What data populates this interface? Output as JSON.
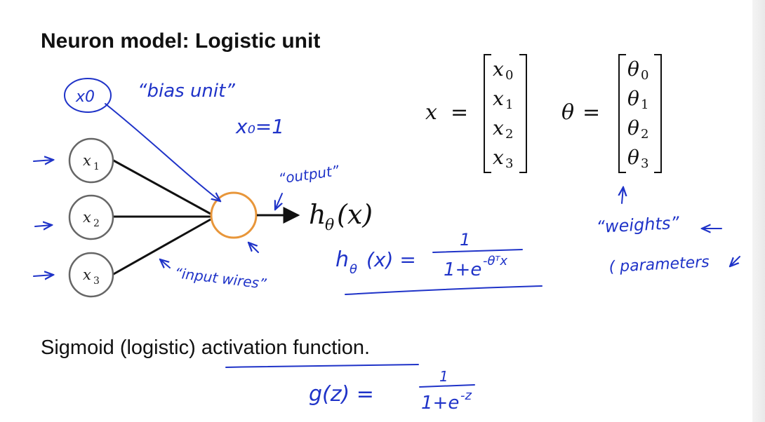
{
  "slide": {
    "title": "Neuron model: Logistic unit",
    "sigmoid_text_prefix": "Sigmoid (logistic) ",
    "sigmoid_text_underlined": "activation function",
    "sigmoid_text_suffix": "."
  },
  "diagram": {
    "bias_node": "x0",
    "input_nodes": [
      {
        "name": "x",
        "sub": "1"
      },
      {
        "name": "x",
        "sub": "2"
      },
      {
        "name": "x",
        "sub": "3"
      }
    ],
    "output_label": {
      "h": "h",
      "theta": "θ",
      "arg": "(x)"
    }
  },
  "vectors": {
    "x": {
      "symbol": "x",
      "eq": "=",
      "entries": [
        {
          "name": "x",
          "sub": "0"
        },
        {
          "name": "x",
          "sub": "1"
        },
        {
          "name": "x",
          "sub": "2"
        },
        {
          "name": "x",
          "sub": "3"
        }
      ]
    },
    "theta": {
      "symbol": "θ",
      "eq": "=",
      "entries": [
        {
          "name": "θ",
          "sub": "0"
        },
        {
          "name": "θ",
          "sub": "1"
        },
        {
          "name": "θ",
          "sub": "2"
        },
        {
          "name": "θ",
          "sub": "3"
        }
      ]
    }
  },
  "annotations": {
    "bias_unit": "“bias unit”",
    "x0_equals": "x₀=1",
    "output": "“output”",
    "input_wires": "“input wires”",
    "weights": "“weights”",
    "parameters": "( parameters",
    "h_formula_left": "h",
    "h_formula_theta": "θ",
    "h_formula_arg": "(x) =",
    "h_formula_num": "1",
    "h_formula_den": "1+e",
    "h_formula_exp": "-θᵀx",
    "g_formula_left": "g(z) =",
    "g_formula_num": "1",
    "g_formula_den": "1+e",
    "g_formula_exp": "-z"
  },
  "colors": {
    "ink": "#1f33c8",
    "node_stroke": "#666666",
    "neuron_stroke": "#e8963a",
    "text": "#111111"
  }
}
